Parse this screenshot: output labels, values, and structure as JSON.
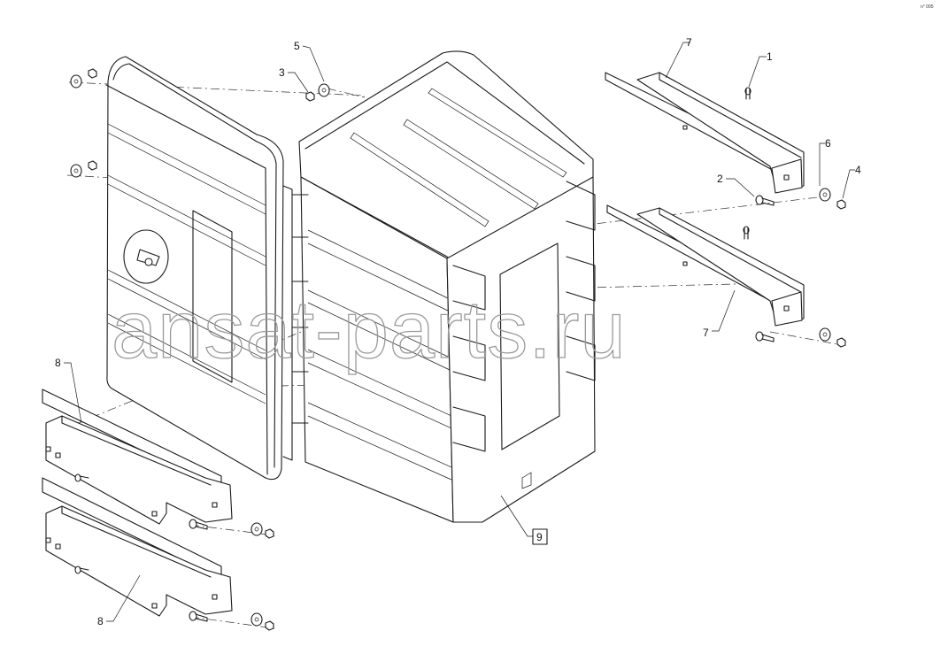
{
  "figure_code": "n° 005",
  "watermark": "ansat-parts.ru",
  "callouts": {
    "c1": "1",
    "c2": "2",
    "c3": "3",
    "c4": "4",
    "c5": "5",
    "c6": "6",
    "c7a": "7",
    "c7b": "7",
    "c8a": "8",
    "c8b": "8",
    "c9": "9"
  }
}
